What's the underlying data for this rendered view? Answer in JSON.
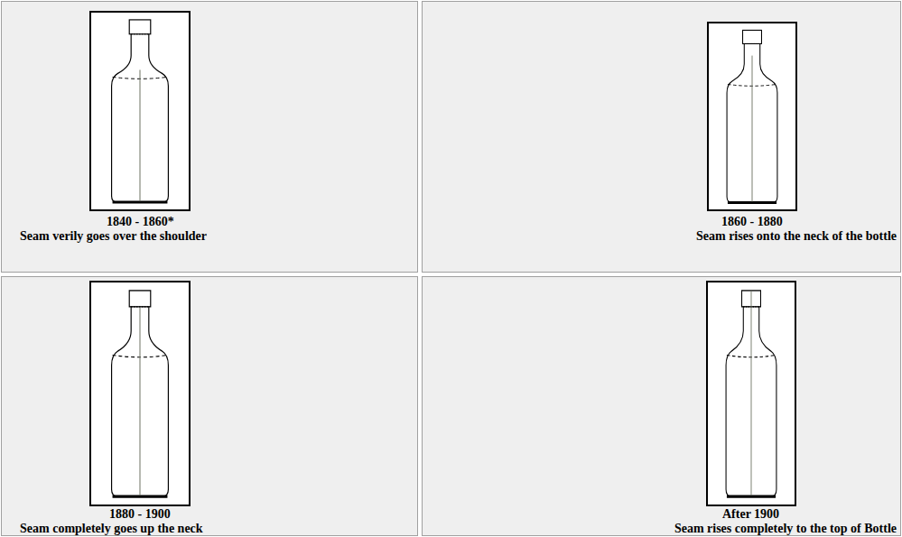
{
  "diagram": {
    "labels": [
      "1840 - 1860*",
      "Seam verily goes over the shoulder",
      "1860 - 1880",
      "Seam rises onto the neck of the bottle",
      "1880 - 1900",
      "Seam completely goes up the neck",
      "After 1900",
      "Seam rises completely to the top of Bottle"
    ]
  }
}
